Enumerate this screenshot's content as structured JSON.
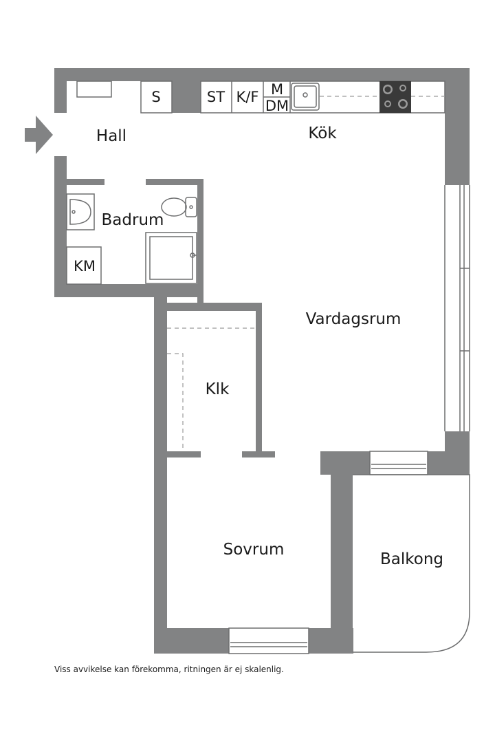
{
  "rooms": {
    "hall": "Hall",
    "kok": "Kök",
    "badrum": "Badrum",
    "vardagsrum": "Vardagsrum",
    "klk": "Klk",
    "sovrum": "Sovrum",
    "balkong": "Balkong"
  },
  "fixtures": {
    "s": "S",
    "st": "ST",
    "kf": "K/F",
    "m": "M",
    "dm": "DM",
    "km": "KM"
  },
  "disclaimer": "Viss avvikelse kan förekomma, ritningen är ej skalenlig.",
  "colors": {
    "wall": "#828384",
    "background": "#ffffff",
    "text": "#1a1a1a"
  }
}
